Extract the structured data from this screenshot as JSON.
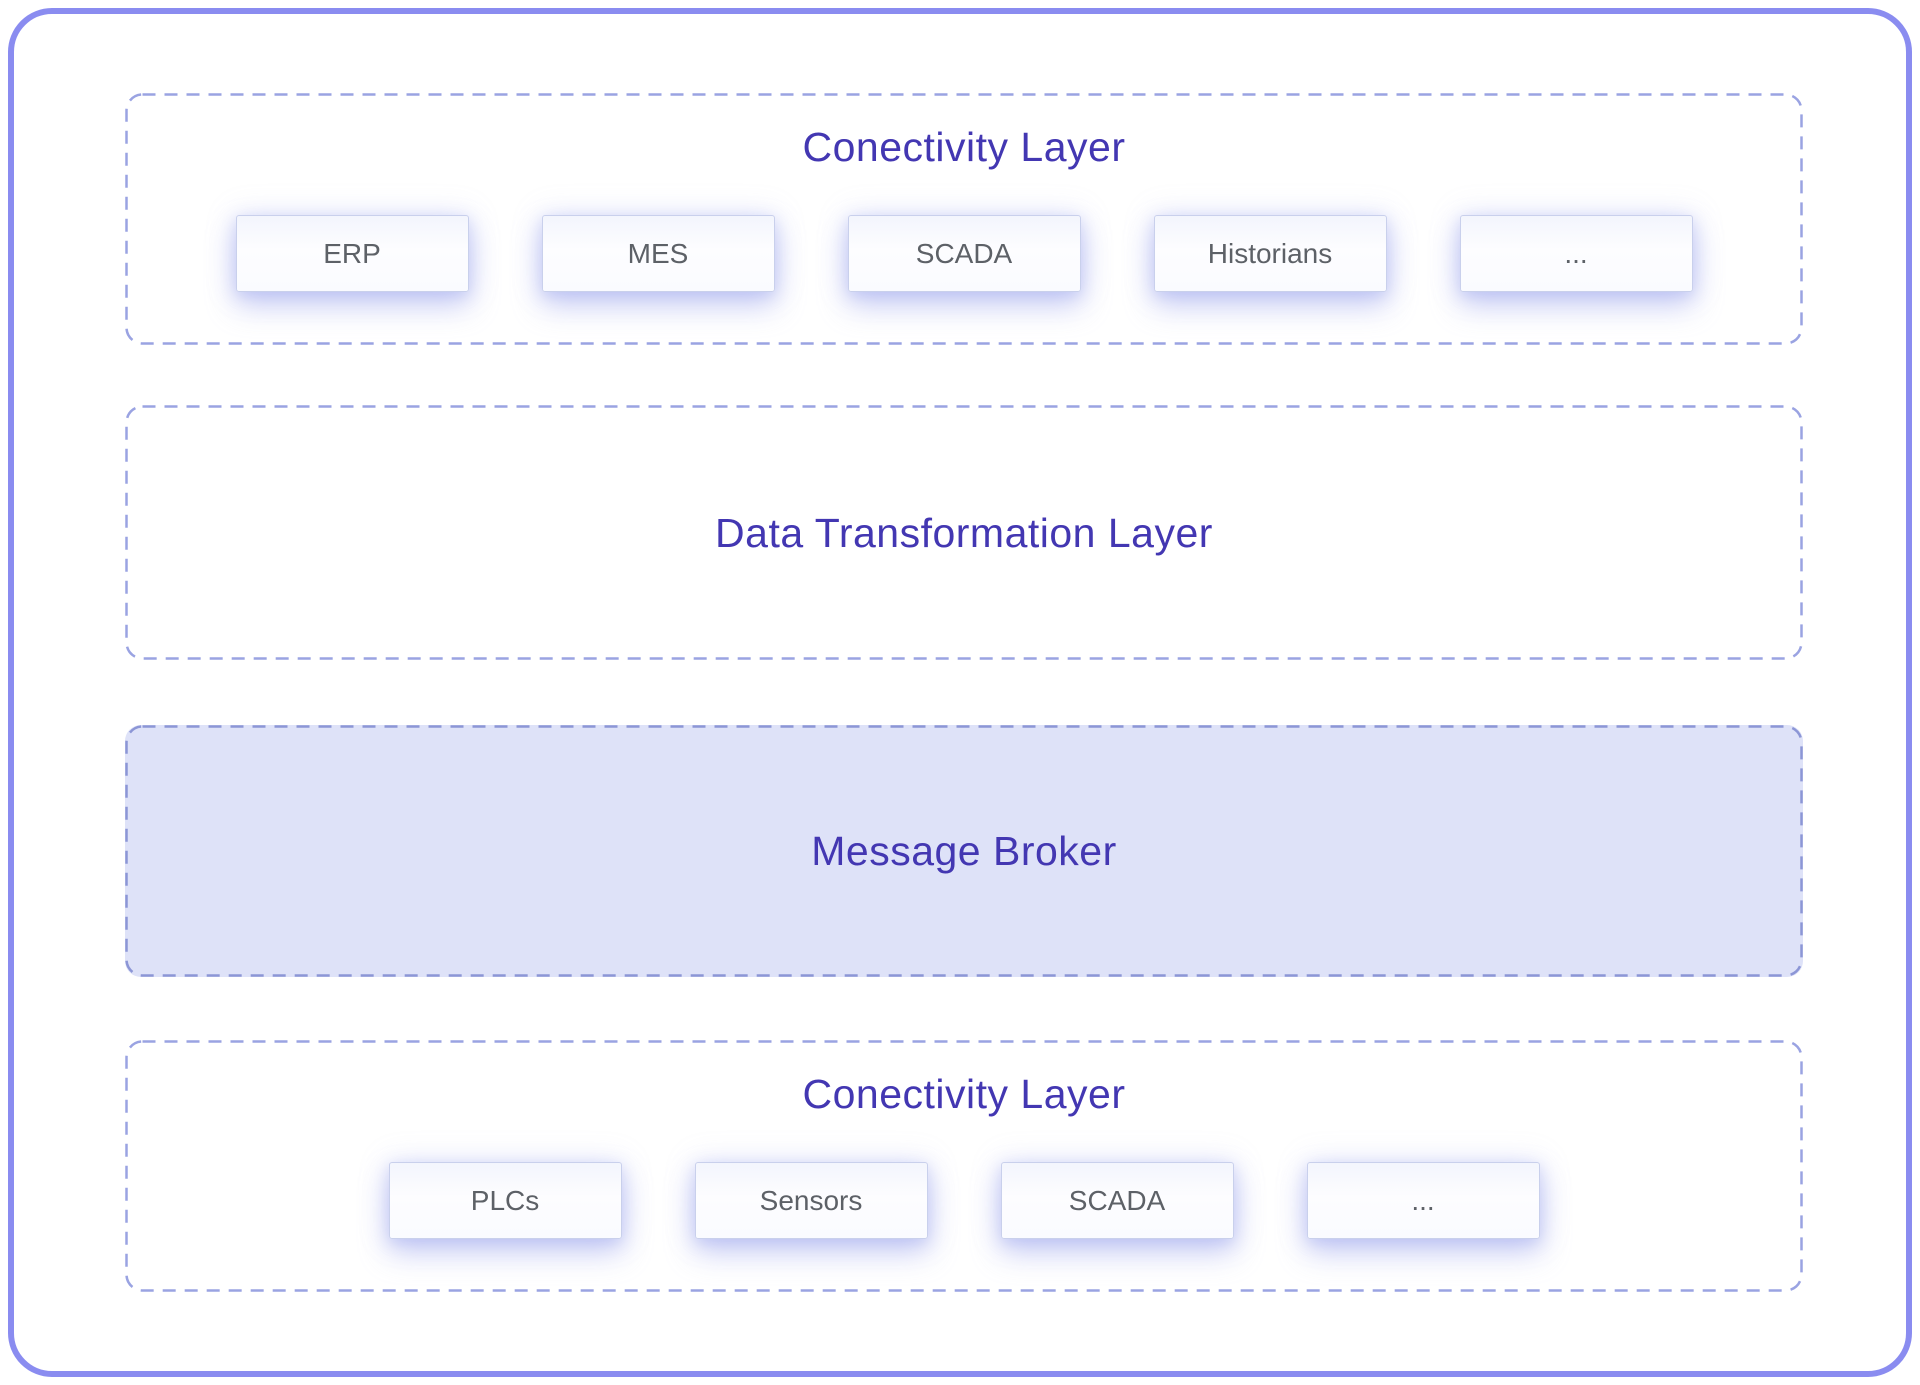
{
  "diagram": {
    "layers": [
      {
        "title": "Conectivity Layer",
        "items": [
          "ERP",
          "MES",
          "SCADA",
          "Historians",
          "..."
        ]
      },
      {
        "title": "Data Transformation Layer",
        "items": []
      },
      {
        "title": "Message Broker",
        "items": [],
        "highlighted": true
      },
      {
        "title": "Conectivity Layer",
        "items": [
          "PLCs",
          "Sensors",
          "SCADA",
          "..."
        ]
      }
    ],
    "colors": {
      "outer_border": "#8a8cf0",
      "dashed_border": "#9aa3e2",
      "dashed_border_highlight": "#8c96d6",
      "title_text": "#4337b2",
      "node_border": "#c9d0ec",
      "node_text": "#5d6167",
      "highlight_fill": "#dee2f8",
      "background": "#ffffff"
    }
  }
}
